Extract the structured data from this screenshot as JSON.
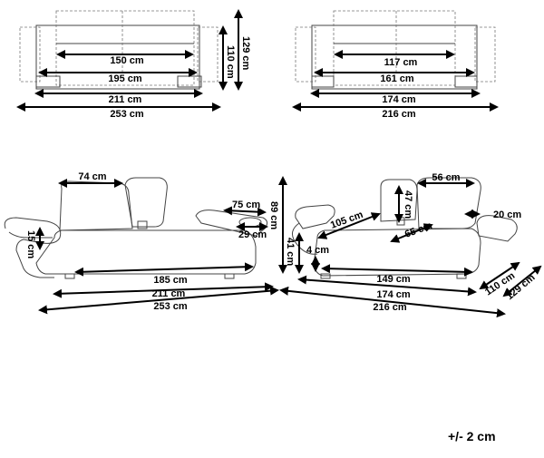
{
  "top_view_left": {
    "width_150": "150 cm",
    "width_195": "195 cm",
    "width_211": "211 cm",
    "width_253": "253 cm",
    "depth_110": "110 cm",
    "depth_129": "129 cm"
  },
  "top_view_right": {
    "width_117": "117 cm",
    "width_161": "161 cm",
    "width_174": "174 cm",
    "width_216": "216 cm"
  },
  "side_view_left": {
    "back_74": "74 cm",
    "arm_75": "75 cm",
    "height_89": "89 cm",
    "arm_29": "29 cm",
    "arm_15": "15 cm",
    "seat_185": "185 cm",
    "width_211": "211 cm",
    "width_253": "253 cm"
  },
  "side_view_right": {
    "back_56": "56 cm",
    "back_47": "47 cm",
    "arm_20": "20 cm",
    "seat_105": "105 cm",
    "seat_65": "65 cm",
    "height_41": "41 cm",
    "leg_4": "4 cm",
    "seat_149": "149 cm",
    "width_174": "174 cm",
    "width_216": "216 cm",
    "depth_110": "110 cm",
    "depth_129": "129 cm"
  },
  "tolerance": "+/- 2 cm"
}
